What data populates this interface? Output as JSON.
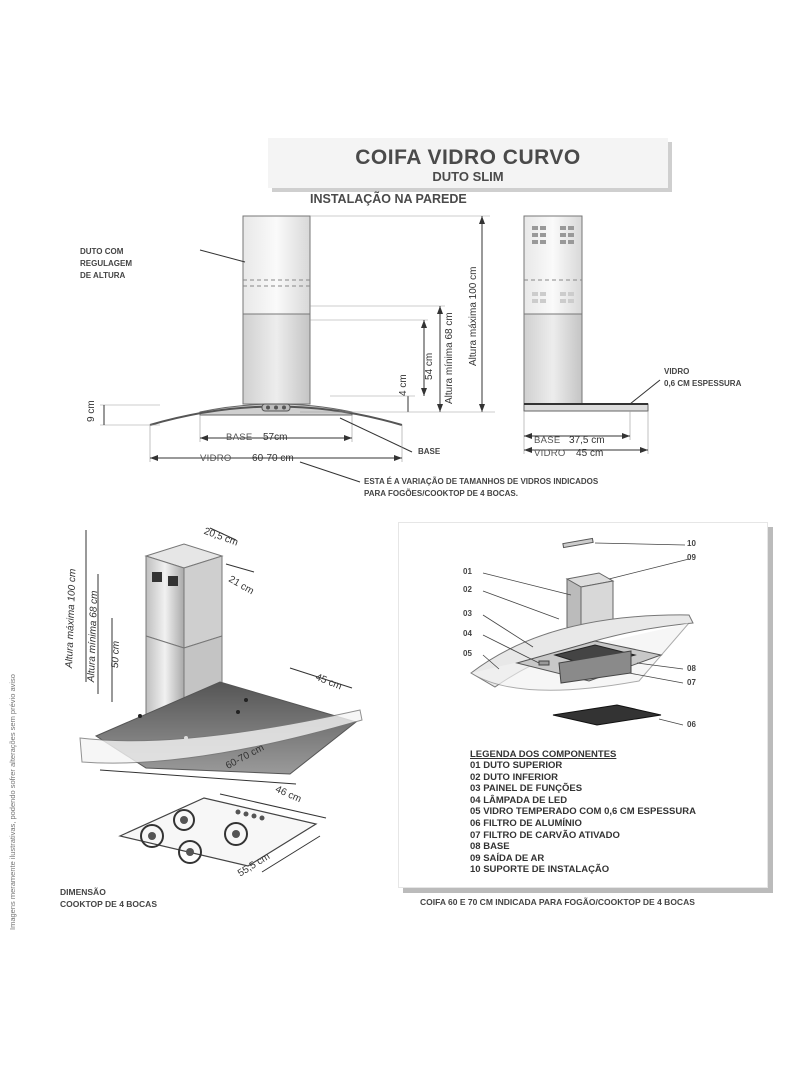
{
  "header": {
    "title": "COIFA VIDRO CURVO",
    "subtitle": "DUTO SLIM",
    "section": "INSTALAÇÃO NA PAREDE"
  },
  "front_view": {
    "duct_note_lines": [
      "DUTO COM",
      "REGULAGEM",
      "DE ALTURA"
    ],
    "dim_9": "9 cm",
    "dim_4": "4 cm",
    "dim_54": "54 cm",
    "dim_min68": "Altura mínima 68 cm",
    "dim_max100": "Altura máxima 100 cm",
    "base_label": "BASE",
    "base_value": "57cm",
    "vidro_label": "VIDRO",
    "vidro_value": "60-70 cm",
    "base_callout": "BASE"
  },
  "side_view": {
    "vidro_note_lines": [
      "VIDRO",
      "0,6 CM ESPESSURA"
    ],
    "base_label": "BASE",
    "base_value": "37,5 cm",
    "vidro_label": "VIDRO",
    "vidro_value": "45 cm"
  },
  "variation_note_lines": [
    "ESTA É A VARIAÇÃO DE TAMANHOS DE VIDROS INDICADOS",
    "PARA FOGÕES/COOKTOP DE 4 BOCAS."
  ],
  "iso_view": {
    "dim_20_5": "20,5 cm",
    "dim_21": "21 cm",
    "dim_max100": "Altura máxima 100 cm",
    "dim_min68": "Altura mínima 68 cm",
    "dim_50": "50 cm",
    "dim_45": "45 cm",
    "dim_60_70": "60-70 cm"
  },
  "cooktop": {
    "dim_46": "46 cm",
    "dim_55_5": "55,5 cm",
    "caption_lines": [
      "DIMENSÃO",
      "COOKTOP DE 4 BOCAS"
    ]
  },
  "components": {
    "callouts": [
      "10",
      "09",
      "01",
      "02",
      "03",
      "04",
      "05",
      "08",
      "07",
      "06"
    ],
    "legend_title": "LEGENDA DOS COMPONENTES",
    "items": [
      "01 DUTO SUPERIOR",
      "02 DUTO INFERIOR",
      "03 PAINEL DE FUNÇÕES",
      "04 LÂMPADA DE LED",
      "05 VIDRO TEMPERADO COM 0,6 CM ESPESSURA",
      "06 FILTRO DE ALUMÍNIO",
      "07 FILTRO DE CARVÃO ATIVADO",
      "08 BASE",
      "09 SAÍDA DE AR",
      "10 SUPORTE DE  INSTALAÇÃO"
    ],
    "caption": "COIFA 60 E 70 CM INDICADA PARA FOGÃO/COOKTOP DE 4 BOCAS"
  },
  "side_note": "Imagens meramente ilustrativas, podendo sofrer alterações sem prévio aviso"
}
